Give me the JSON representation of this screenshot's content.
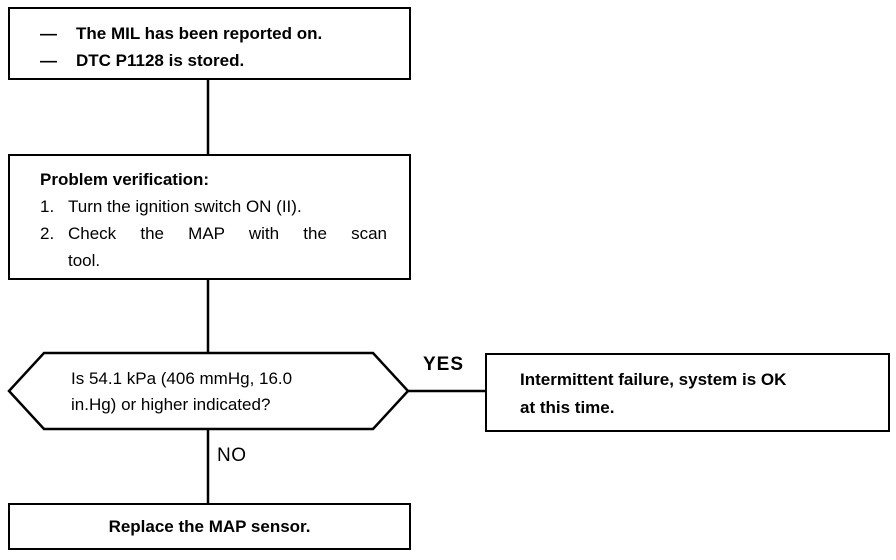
{
  "flowchart": {
    "symptom_box": {
      "items": [
        {
          "dash": "—",
          "text": "The MIL has been reported on."
        },
        {
          "dash": "—",
          "text": "DTC P1128 is stored."
        }
      ]
    },
    "verification_box": {
      "title": "Problem verification:",
      "steps": [
        {
          "num": "1.",
          "line1": "Turn the ignition switch ON (II)."
        },
        {
          "num": "2.",
          "line1": "Check the MAP with the scan",
          "line2": "tool."
        }
      ]
    },
    "decision": {
      "line1": "Is 54.1 kPa (406 mmHg, 16.0",
      "line2": "in.Hg) or higher indicated?"
    },
    "labels": {
      "yes": "YES",
      "no": "NO"
    },
    "intermittent_box": {
      "line1": "Intermittent failure, system is OK",
      "line2": "at this time."
    },
    "action_box": {
      "text": "Replace the MAP sensor."
    },
    "colors": {
      "line": "#000000",
      "background": "#ffffff"
    }
  }
}
